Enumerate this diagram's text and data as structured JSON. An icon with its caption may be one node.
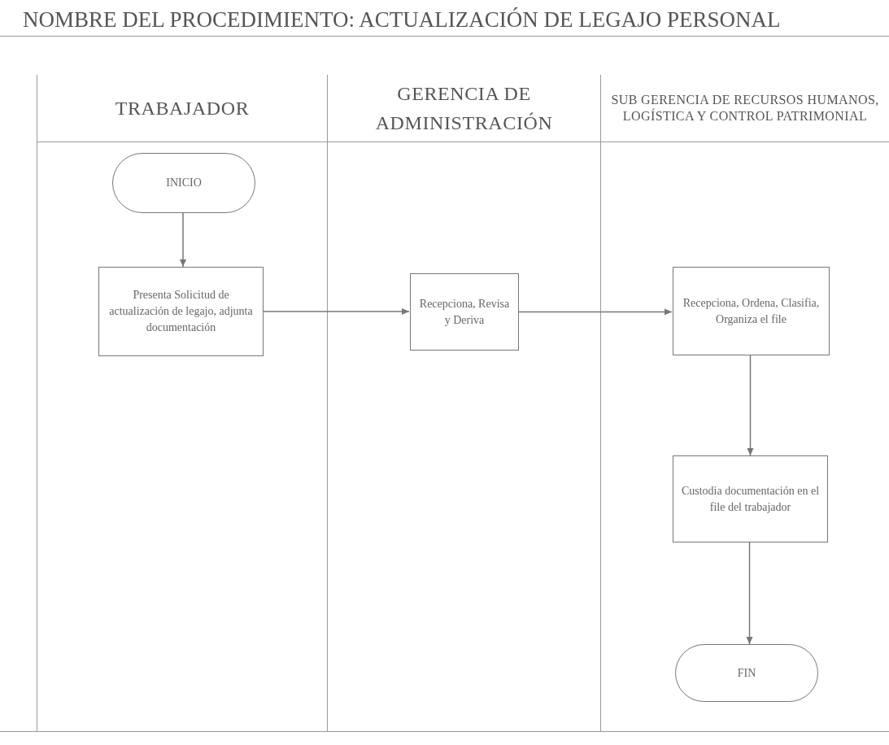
{
  "diagram": {
    "title": "NOMBRE DEL PROCEDIMIENTO: ACTUALIZACIÓN DE LEGAJO PERSONAL",
    "nodes": [
      {
        "text": [
          "TRABAJADOR"
        ]
      },
      {
        "text": [
          "GERENCIA DE ADMINISTRACIÓN"
        ]
      },
      {
        "text": [
          "SUB GERENCIA DE RECURSOS HUMANOS, LOGÍSTICA Y CONTROL PATRIMONIAL"
        ]
      },
      {
        "text": [
          "INICIO"
        ],
        "in": 0
      },
      {
        "text": [
          "Presenta Solicitud de actualización de legajo, adjunta documentación"
        ],
        "in": 0
      },
      {
        "text": [
          "Recepciona, Revisa y Deriva"
        ],
        "in": 1
      },
      {
        "text": [
          "Recepciona, Ordena, Clasifia, Organiza el file"
        ],
        "in": 2
      },
      {
        "text": [
          "Custodia documentación en el file del trabajador"
        ],
        "in": 2
      },
      {
        "text": [
          "FIN"
        ],
        "in": 2
      }
    ],
    "edges": [
      {
        "from": 3,
        "to": 4,
        "arrow": "to"
      },
      {
        "from": 4,
        "to": 5,
        "arrow": "to"
      },
      {
        "from": 5,
        "to": 6,
        "arrow": "to"
      },
      {
        "from": 6,
        "to": 7,
        "arrow": "to"
      },
      {
        "from": 7,
        "to": 8,
        "arrow": "to"
      }
    ]
  }
}
